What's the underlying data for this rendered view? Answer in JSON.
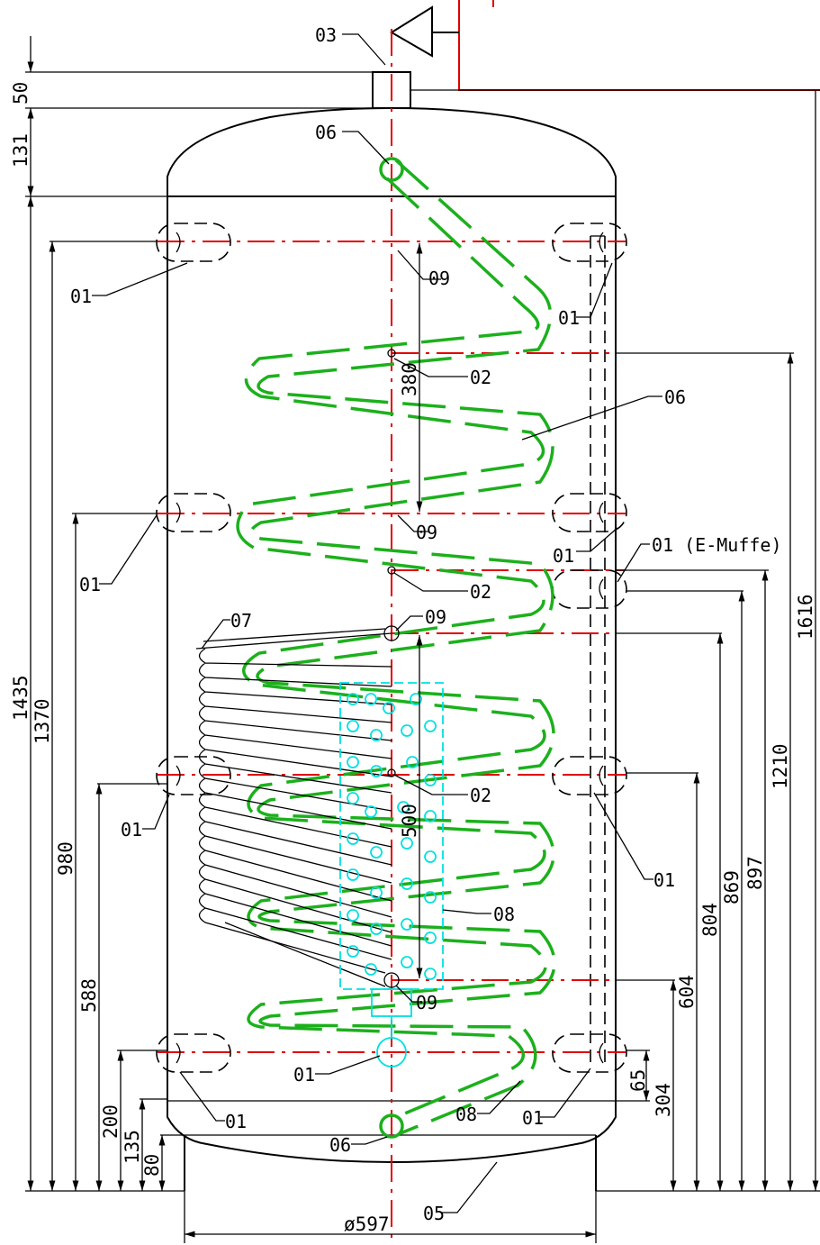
{
  "labels": {
    "l01": "01",
    "l01_e": "01 (E-Muffe)",
    "l02": "02",
    "l03": "03",
    "l05": "05",
    "l06": "06",
    "l07": "07",
    "l08": "08",
    "l09": "09"
  },
  "dimensions": {
    "d50": "50",
    "d131": "131",
    "d1435": "1435",
    "d1370": "1370",
    "d980": "980",
    "d588": "588",
    "d200": "200",
    "d135": "135",
    "d80": "80",
    "d380": "380",
    "d500": "500",
    "d1616": "1616",
    "d1210": "1210",
    "d897": "897",
    "d869": "869",
    "d804": "804",
    "d604": "604",
    "d304": "304",
    "d65": "65",
    "dia597": "ø597"
  },
  "colors": {
    "outline": "#000000",
    "centerline": "#e00000",
    "solar_coil": "#1cb01c",
    "heating_element": "#00e0e0"
  }
}
